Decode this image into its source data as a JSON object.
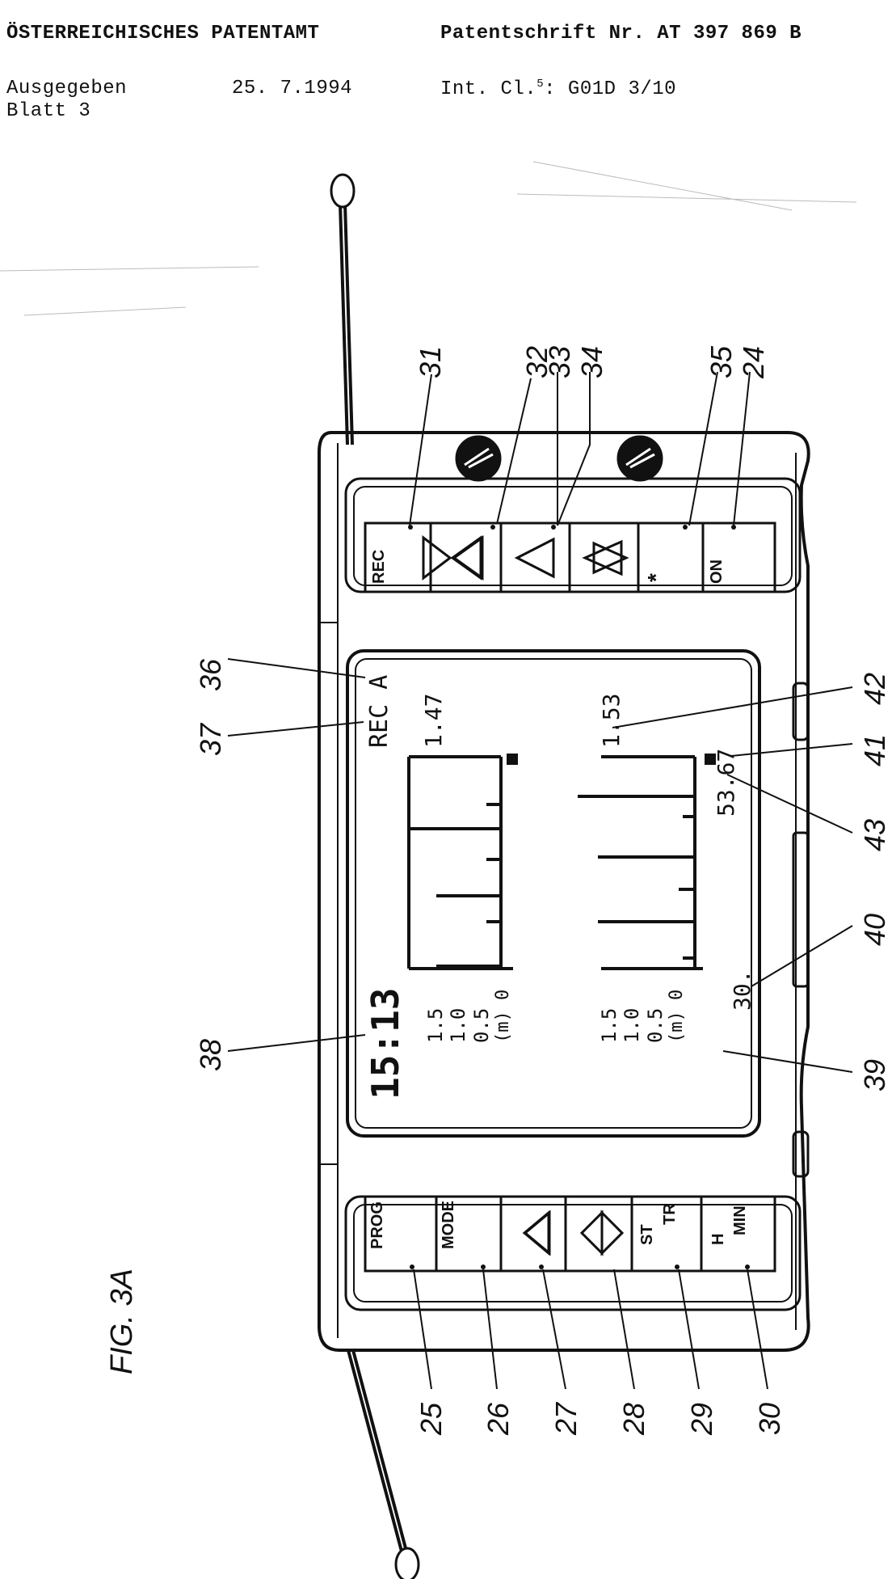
{
  "header": {
    "office": "ÖSTERREICHISCHES PATENTAMT",
    "patent_label": "Patentschrift Nr. AT 397 869 B",
    "issued_label": "Ausgegeben",
    "issued_date": "25. 7.1994",
    "int_cl_prefix": "Int. Cl.",
    "int_cl_sup": "5",
    "int_cl_value": ": G01D 3/10",
    "sheet": "Blatt 3"
  },
  "figure": {
    "caption": "FIG. 3A",
    "refs": {
      "r24": "24",
      "r25": "25",
      "r26": "26",
      "r27": "27",
      "r28": "28",
      "r29": "29",
      "r30": "30",
      "r31": "31",
      "r32": "32",
      "r33": "33",
      "r34": "34",
      "r35": "35",
      "r36": "36",
      "r37": "37",
      "r38": "38",
      "r39": "39",
      "r40": "40",
      "r41": "41",
      "r42": "42",
      "r43": "43"
    },
    "top_buttons": {
      "rec": "REC",
      "on": "ON",
      "star": "*"
    },
    "bottom_buttons": {
      "prog": "PROG",
      "mode": "MODE",
      "st": "ST",
      "tr": "TR",
      "h": "H",
      "min": "MIN"
    },
    "display": {
      "mode": "REC A",
      "time": "15:13",
      "val_a": "1.47",
      "val_b": "1.53",
      "val_c": "53.67",
      "val_d": "30.",
      "axis1": [
        "1.5",
        "1.0",
        "0.5",
        "(m) 0"
      ],
      "axis2": [
        "1.5",
        "1.0",
        "0.5",
        "(m) 0"
      ]
    }
  }
}
